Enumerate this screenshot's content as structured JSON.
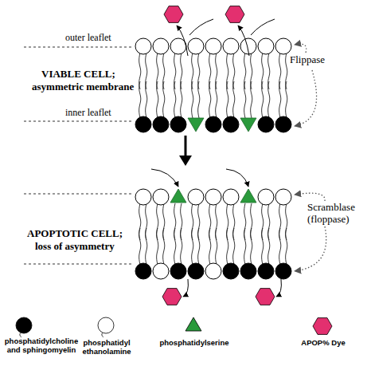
{
  "diagram": {
    "labels": [
      "outer leaflet",
      "VIABLE CELL;",
      "asymmetric membrane",
      "inner leaflet",
      "Flippase",
      "APOPTOTIC CELL;",
      "loss of asymmetry",
      "Scramblase",
      "(floppase)"
    ],
    "legend": [
      {
        "text": "phosphatidylcholine and sphingomyelin"
      },
      {
        "text": "phosphatidyl ethanolamine"
      },
      {
        "text": "phosphatidylserine"
      },
      {
        "text": "APOP% Dye"
      }
    ]
  }
}
